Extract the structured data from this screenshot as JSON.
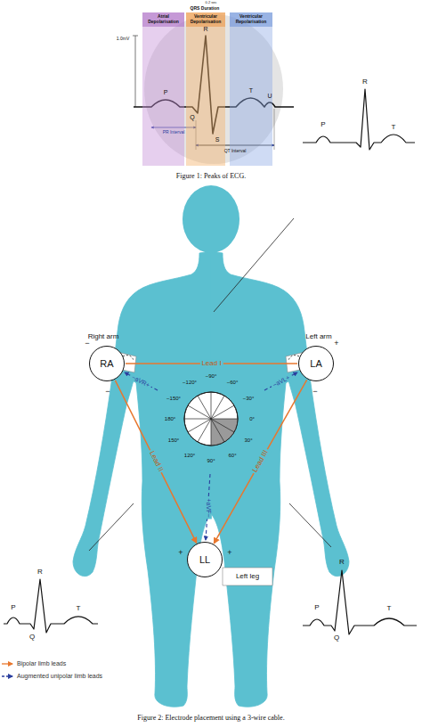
{
  "diagram": {
    "caption": "Figure 2: Electrode placement using a 3-wire cable.",
    "nodes": [
      {
        "text": [
          "Atrial Depolarisation"
        ]
      },
      {
        "text": [
          "Ventricular Depolarisation"
        ]
      },
      {
        "text": [
          "Ventricular Repolarisation"
        ]
      },
      {
        "text": [
          "RA"
        ]
      },
      {
        "text": [
          "LA"
        ]
      },
      {
        "text": [
          "LL"
        ]
      }
    ],
    "edges": [
      {
        "from": 3,
        "to": 4,
        "arrow": "none",
        "label": "Lead I"
      },
      {
        "from": 3,
        "to": 5,
        "arrow": "to",
        "label": "Lead II"
      },
      {
        "from": 4,
        "to": 5,
        "arrow": "to",
        "label": "Lead III"
      }
    ],
    "labels": [
      "0.2 sec",
      "QRS Duration",
      "1.0mV",
      "R",
      "P",
      "Q",
      "S",
      "T",
      "U",
      "PR Interval",
      "QT Interval",
      "Figure 1: Peaks of ECG.",
      "R",
      "P",
      "T",
      "Right arm",
      "Left arm",
      "Left leg",
      "−",
      "−",
      "+",
      "−",
      "+",
      "+",
      "−aVR+",
      "−aVL+",
      "+aVF−",
      "−90°",
      "−120°",
      "−60°",
      "−150°",
      "−30°",
      "180°",
      "0°",
      "150°",
      "30°",
      "120°",
      "90°",
      "60°",
      "R",
      "P",
      "Q",
      "T",
      "R",
      "P",
      "Q",
      "T"
    ],
    "legend": [
      {
        "text": "Bipolar limb leads"
      },
      {
        "text": "Augmented unipolar limb leads"
      }
    ]
  }
}
